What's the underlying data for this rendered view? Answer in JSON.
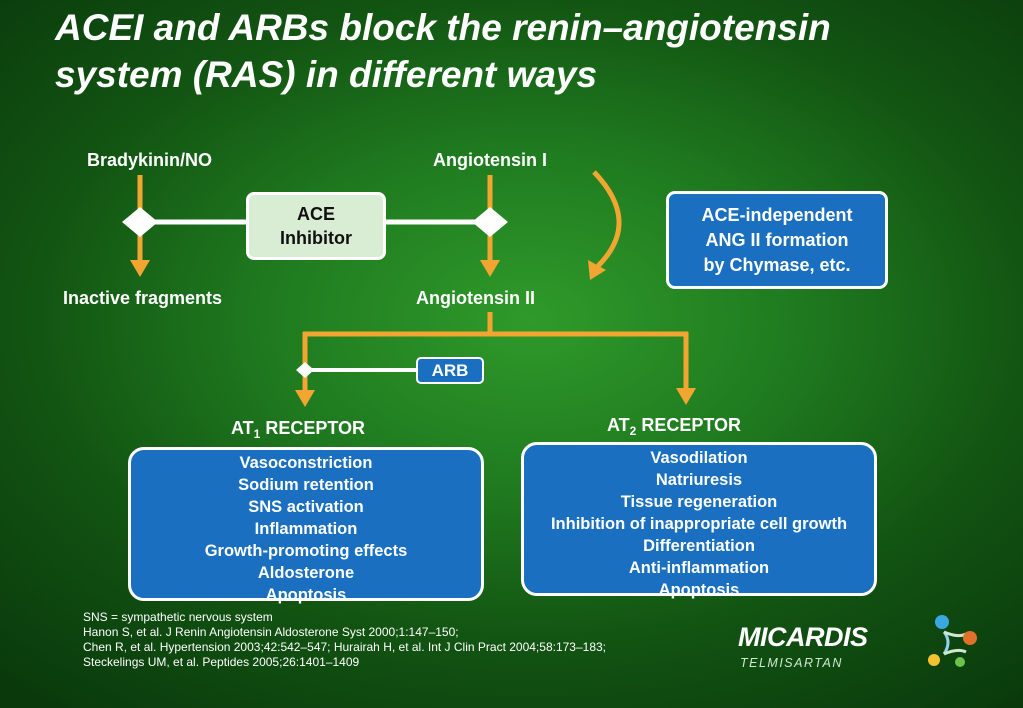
{
  "title": {
    "line1": "ACEI and ARBs block the renin–angiotensin",
    "line2": "system (RAS) in different ways"
  },
  "nodes": {
    "bradykinin": "Bradykinin/NO",
    "angiotensin_i": "Angiotensin I",
    "inactive_fragments": "Inactive fragments",
    "angiotensin_ii": "Angiotensin II",
    "ace_inhibitor_line1": "ACE",
    "ace_inhibitor_line2": "Inhibitor",
    "chymase_line1": "ACE-independent",
    "chymase_line2": "ANG II formation",
    "chymase_line3": "by Chymase, etc.",
    "arb": "ARB"
  },
  "at1": {
    "head_prefix": "AT",
    "head_sub": "1",
    "head_suffix": "RECEPTOR",
    "effects": [
      "Vasoconstriction",
      "Sodium retention",
      "SNS activation",
      "Inflammation",
      "Growth-promoting effects",
      "Aldosterone",
      "Apoptosis"
    ]
  },
  "at2": {
    "head_prefix": "AT",
    "head_sub": "2",
    "head_suffix": "RECEPTOR",
    "effects": [
      "Vasodilation",
      "Natriuresis",
      "Tissue regeneration",
      "Inhibition of inappropriate cell growth",
      "Differentiation",
      "Anti-inflammation",
      "Apoptosis"
    ]
  },
  "footnotes": [
    "SNS = sympathetic nervous system",
    "Hanon S, et al. J Renin Angiotensin Aldosterone Syst 2000;1:147–150;",
    "Chen R, et al. Hypertension 2003;42:542–547; Hurairah H, et al. Int J Clin Pract 2004;58:173–183;",
    "Steckelings UM, et al. Peptides 2005;26:1401–1409"
  ],
  "logo": {
    "word": "MICARDIS",
    "sub": "TELMISARTAN"
  },
  "colors": {
    "arrow": "#f2a531",
    "box_blue": "#1a6fc0",
    "ace_box": "#d9ecd4",
    "background": "#1f7a1f"
  }
}
